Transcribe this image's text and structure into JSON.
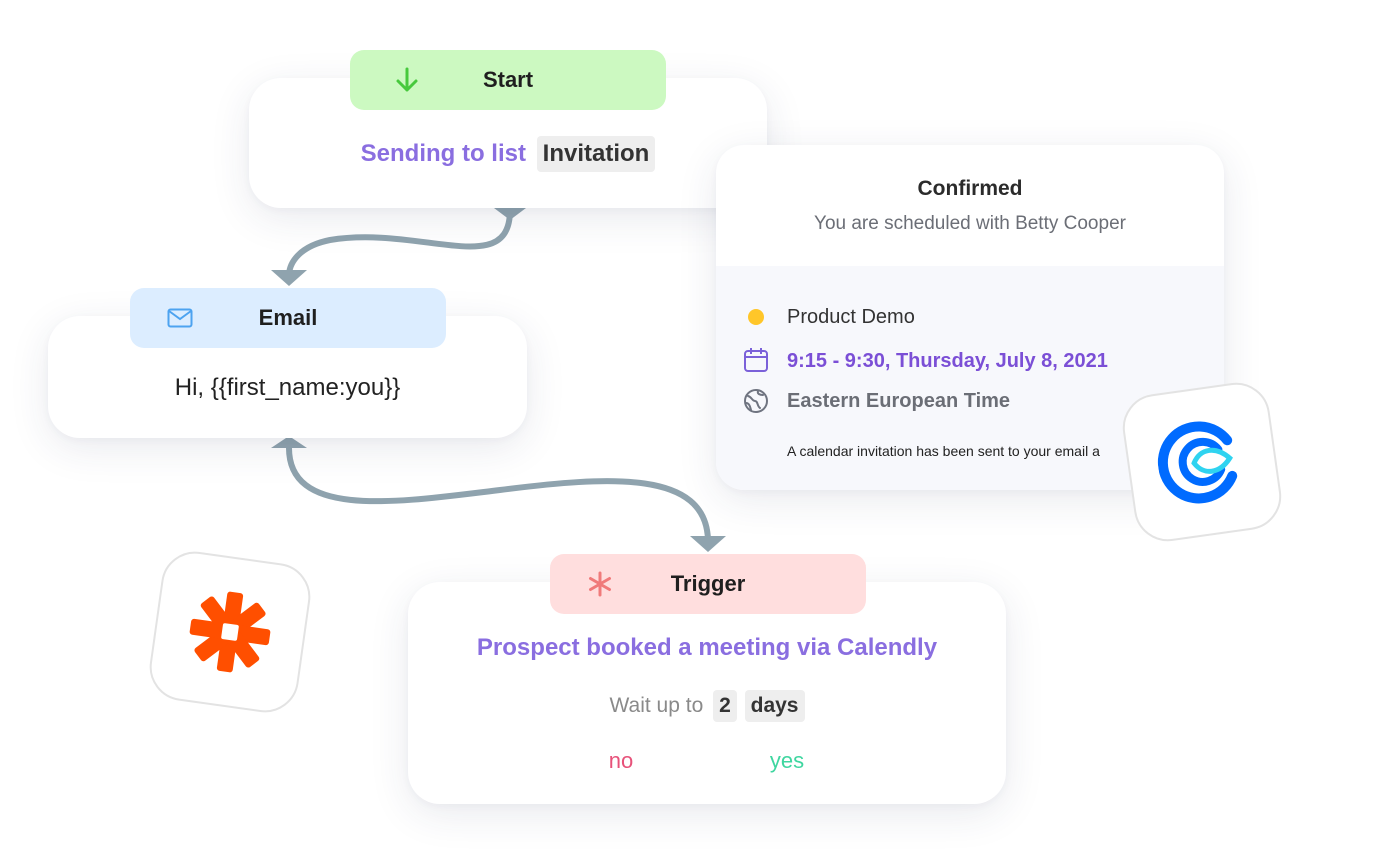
{
  "colors": {
    "start_pill": "#ccf9c1",
    "email_pill": "#dcedff",
    "trigger_pill": "#ffdede",
    "purple_text": "#8a6ee0",
    "connector": "#8fa3ae",
    "no_color": "#e7527a",
    "yes_color": "#3fd6a0",
    "zapier_orange": "#ff4f00",
    "calendly_blue": "#006bff"
  },
  "start_node": {
    "icon": "arrow-down-icon",
    "title": "Start",
    "sending_text": "Sending to list",
    "list_name": "Invitation"
  },
  "email_node": {
    "icon": "mail-icon",
    "title": "Email",
    "body": "Hi, {{first_name:you}}"
  },
  "trigger_node": {
    "icon": "asterisk-icon",
    "title": "Trigger",
    "description": "Prospect booked a meeting via Calendly",
    "wait_prefix": "Wait up to",
    "wait_value": "2",
    "wait_unit": "days",
    "no_label": "no",
    "yes_label": "yes"
  },
  "calendly_card": {
    "status": "Confirmed",
    "scheduled_with": "You are scheduled with Betty Cooper",
    "event_name": "Product Demo",
    "event_color": "#ffc629",
    "time_text": "9:15 - 9:30, Thursday, July 8, 2021",
    "timezone": "Eastern European Time",
    "note": "A calendar invitation has been sent to your email a"
  },
  "app_icons": {
    "zapier": "zapier-logo-icon",
    "calendly": "calendly-logo-icon"
  }
}
